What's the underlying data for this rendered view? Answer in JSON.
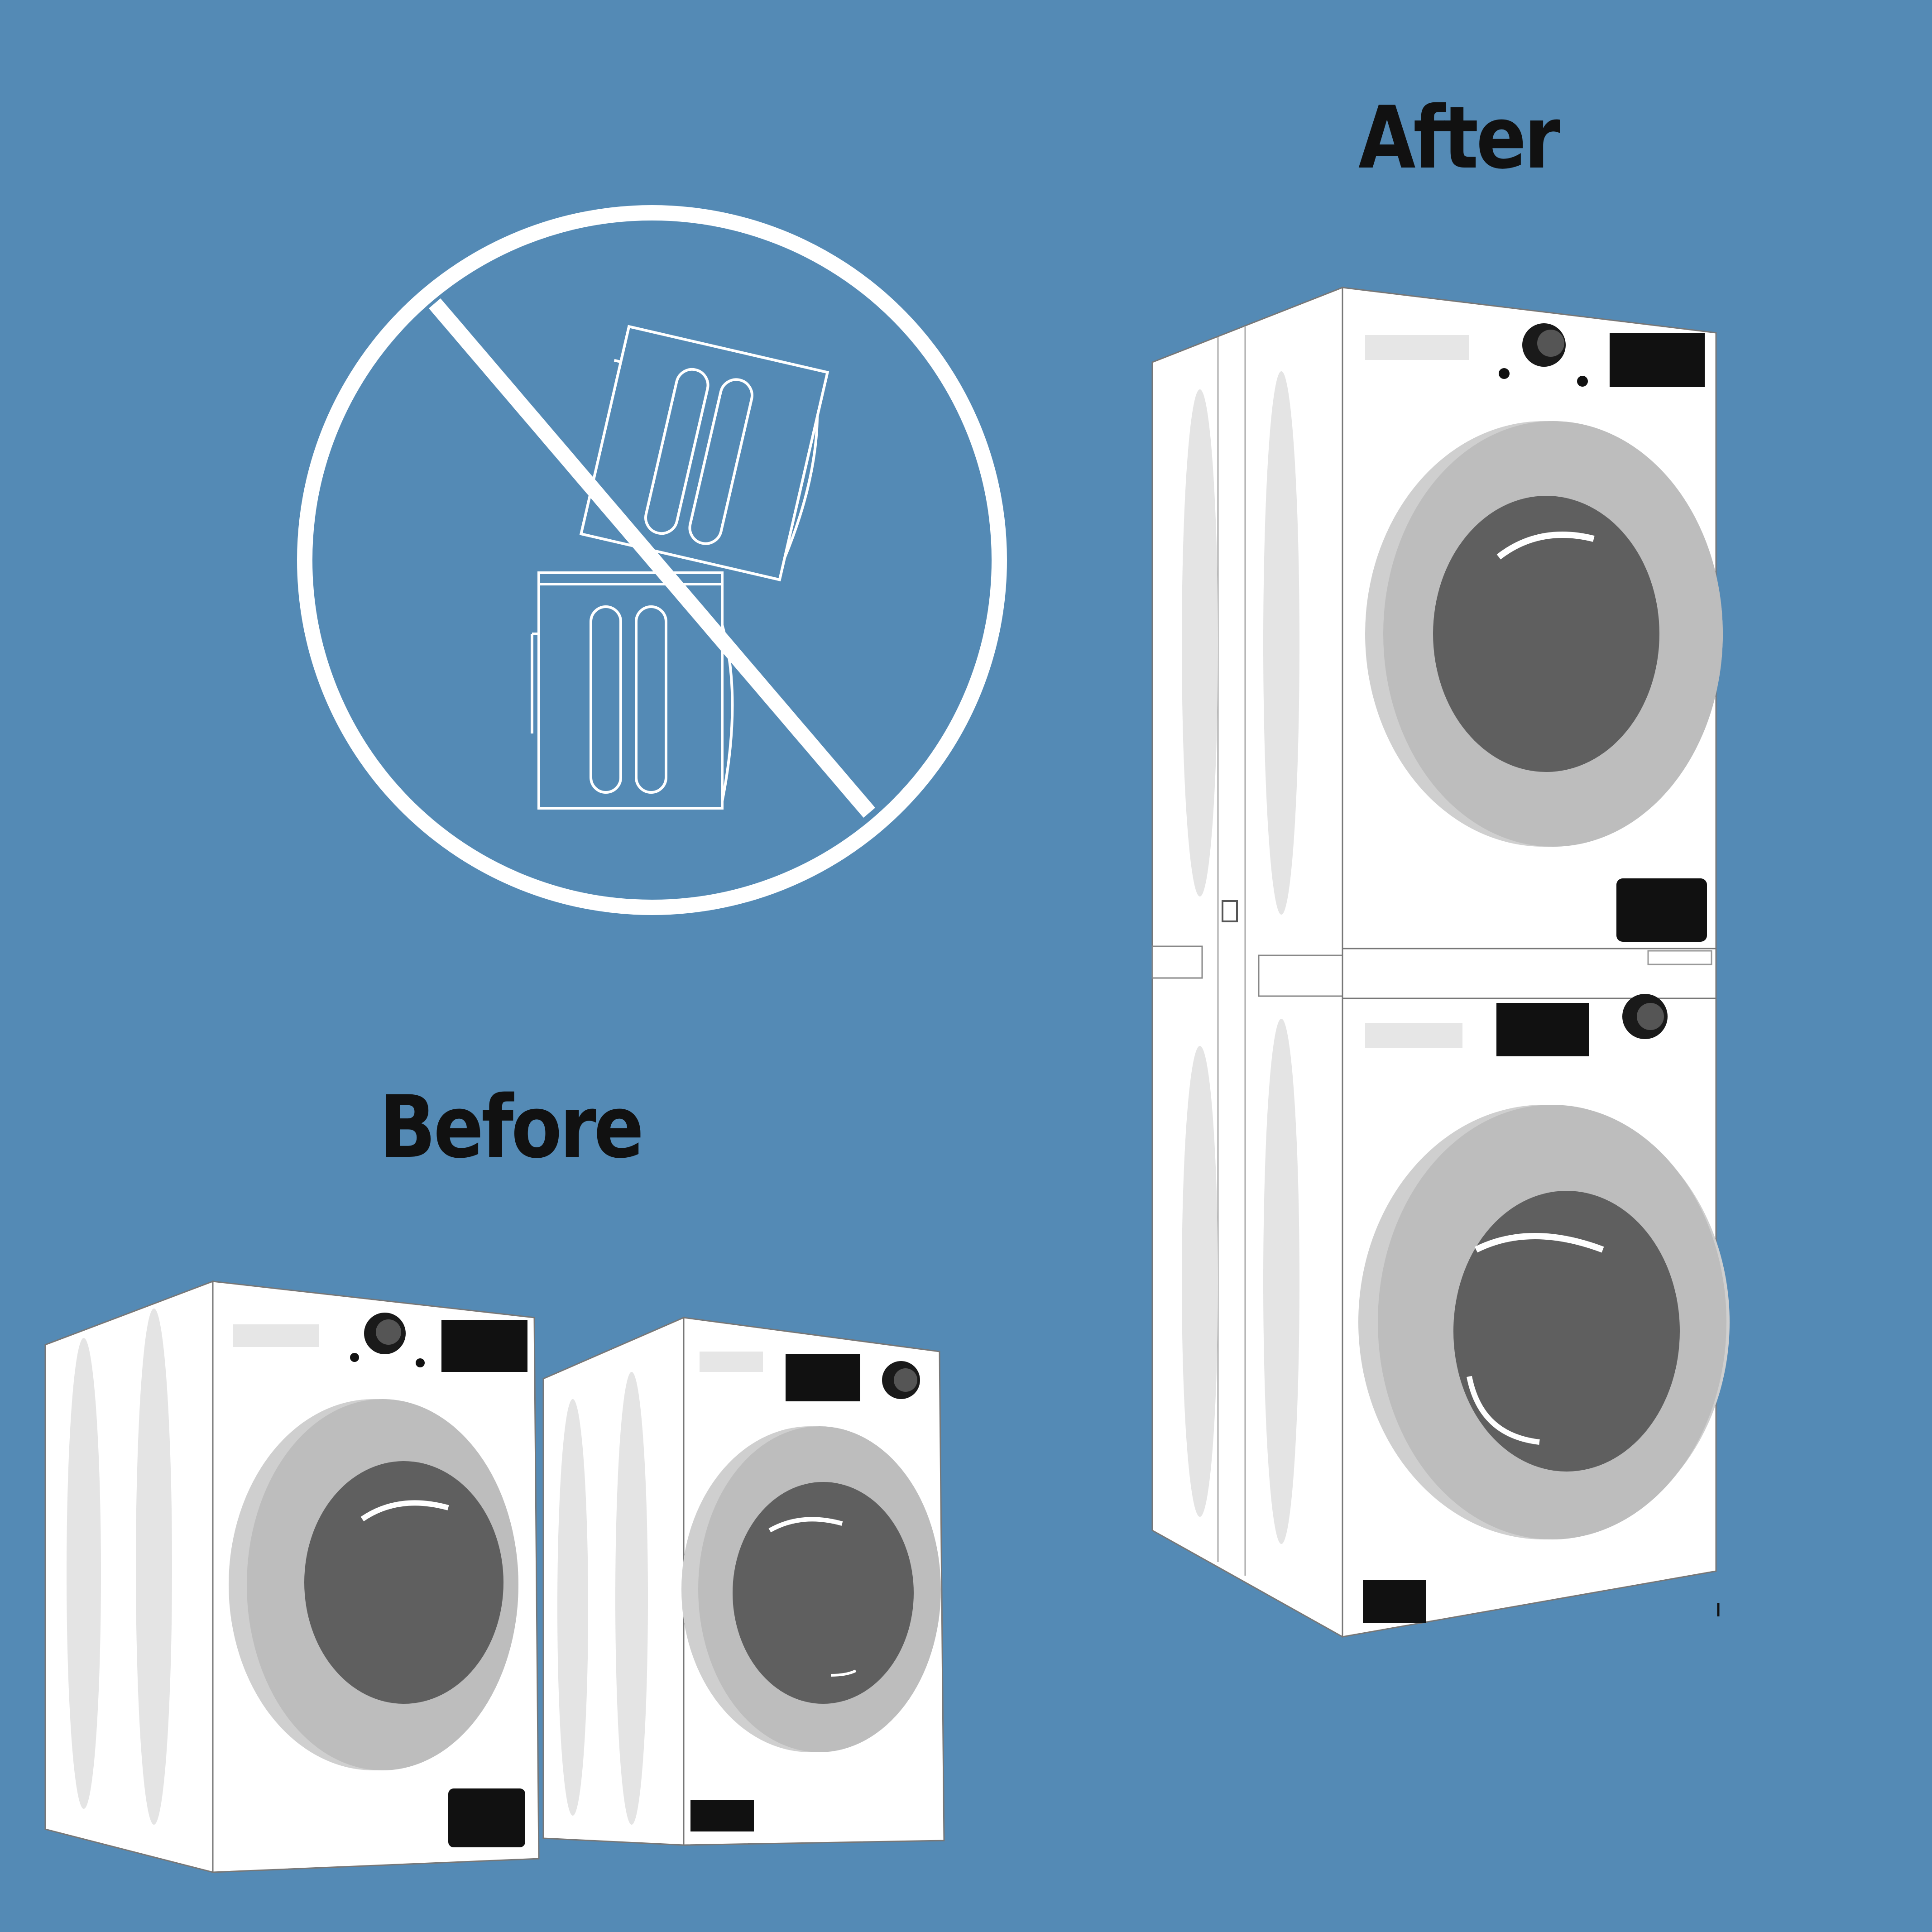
{
  "labels": {
    "after": "After",
    "before": "Before"
  },
  "colors": {
    "background": "#548ab5",
    "machine_body": "#ffffff",
    "machine_side_shade": "#e4e4e4",
    "door_ring": "#bdbdbd",
    "door_glass": "#5f5f5f",
    "panel_black": "#111111",
    "prohibition_line": "#ffffff"
  },
  "icons": [
    "prohibition-sign-icon",
    "tilted-washer-icon",
    "washer-icon"
  ],
  "machines": {
    "after_stack": [
      "top-dryer",
      "bottom-washer"
    ],
    "before_pair": [
      "left-washer",
      "right-dryer"
    ]
  }
}
